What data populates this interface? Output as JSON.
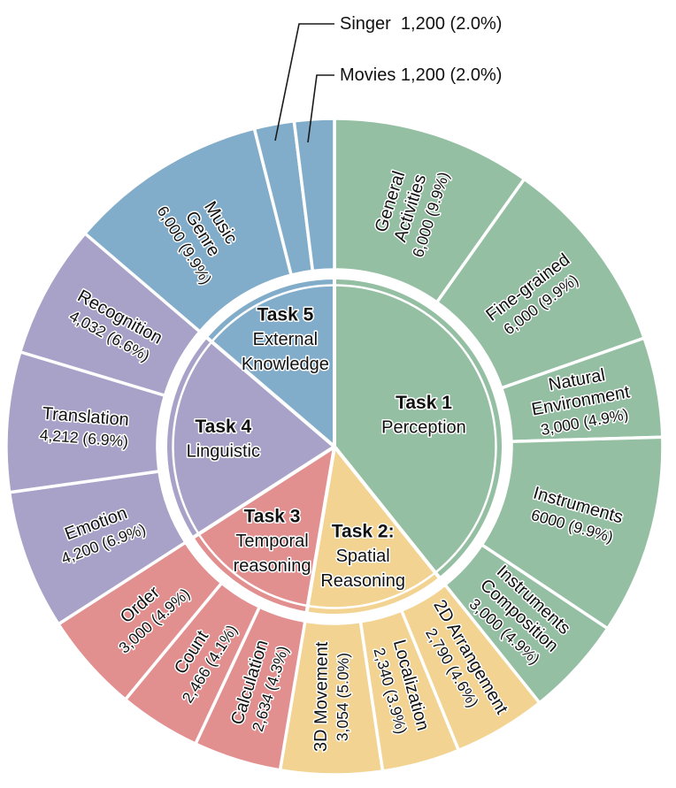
{
  "chart_data": {
    "type": "sunburst",
    "background": "#ffffff",
    "rings": [
      "tasks",
      "subtasks"
    ],
    "start_angle_deg": 0,
    "direction": "clockwise",
    "tasks": [
      {
        "label_lines": [
          "Task 1",
          "Perception"
        ],
        "color": "#94bfa3",
        "children": [
          {
            "name_lines": [
              "General",
              "Activities"
            ],
            "value": 6000,
            "value_label": "6,000 (9.9%)"
          },
          {
            "name_lines": [
              "Fine-grained"
            ],
            "value": 6000,
            "value_label": "6,000 (9.9%)"
          },
          {
            "name_lines": [
              "Natural",
              "Environment"
            ],
            "value": 3000,
            "value_label": "3,000 (4.9%)"
          },
          {
            "name_lines": [
              "Instruments"
            ],
            "value": 6000,
            "value_label": "6000 (9.9%)"
          },
          {
            "name_lines": [
              "Instruments",
              "Composition"
            ],
            "value": 3000,
            "value_label": "3,000 (4.9%)"
          }
        ]
      },
      {
        "label_lines": [
          "Task 2:",
          "Spatial",
          "Reasoning"
        ],
        "color": "#f2d391",
        "children": [
          {
            "name_lines": [
              "2D Arrangement"
            ],
            "value": 2790,
            "value_label": "2,790 (4.6%)"
          },
          {
            "name_lines": [
              "Localization"
            ],
            "value": 2340,
            "value_label": "2,340 (3.9%)"
          },
          {
            "name_lines": [
              "3D Movement"
            ],
            "value": 3054,
            "value_label": "3,054 (5.0%)"
          }
        ]
      },
      {
        "label_lines": [
          "Task 3",
          "Temporal",
          "reasoning"
        ],
        "color": "#e28f90",
        "children": [
          {
            "name_lines": [
              "Calculation"
            ],
            "value": 2634,
            "value_label": "2,634 (4.3%)"
          },
          {
            "name_lines": [
              "Count"
            ],
            "value": 2466,
            "value_label": "2,466 (4.1%)"
          },
          {
            "name_lines": [
              "Order"
            ],
            "value": 3000,
            "value_label": "3,000 (4.9%)"
          }
        ]
      },
      {
        "label_lines": [
          "Task 4",
          "Linguistic"
        ],
        "color": "#a9a2c8",
        "children": [
          {
            "name_lines": [
              "Emotion"
            ],
            "value": 4200,
            "value_label": "4,200 (6.9%)"
          },
          {
            "name_lines": [
              "Translation"
            ],
            "value": 4212,
            "value_label": "4,212 (6.9%)"
          },
          {
            "name_lines": [
              "Recognition"
            ],
            "value": 4032,
            "value_label": "4,032 (6.6%)"
          }
        ]
      },
      {
        "label_lines": [
          "Task 5",
          "External",
          "Knowledge"
        ],
        "color": "#82adca",
        "children": [
          {
            "name_lines": [
              "Music",
              "Genre"
            ],
            "value": 6000,
            "value_label": "6,000 (9.9%)"
          },
          {
            "name_lines": [
              "Singer"
            ],
            "value": 1200,
            "callout_label": "Singer  1,200 (2.0%)"
          },
          {
            "name_lines": [
              "Movies"
            ],
            "value": 1200,
            "callout_label": "Movies 1,200 (2.0%)"
          }
        ]
      }
    ]
  }
}
